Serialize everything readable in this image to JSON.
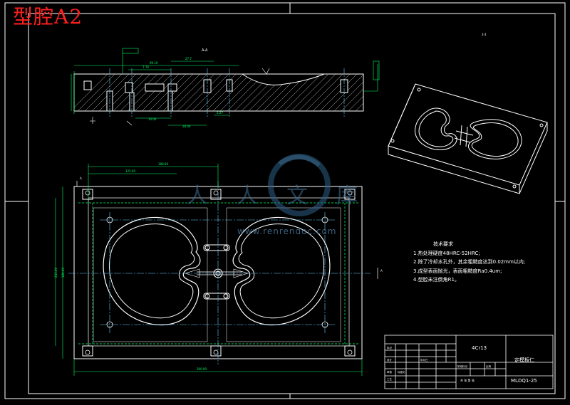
{
  "sheet_label": "型腔A2",
  "watermark": {
    "cn": "人人文库",
    "url": "www.renrendoc.com"
  },
  "tech_requirements": {
    "heading": "技术要求",
    "items": [
      "1.热处理硬度48HRC-52HRC;",
      "2.除了冷却水孔外，其余粗糙度达到0.02mm以内;",
      "3.成型表面抛光，表面粗糙度Ra0.4um;",
      "4.型腔未注倒角R1。"
    ]
  },
  "title_block": {
    "material": "4Cr13",
    "part_name": "定模板仁",
    "drawing_no": "MLDQ1-25",
    "scale_note": "共 张 第 张"
  },
  "section_label": "A-A"
}
